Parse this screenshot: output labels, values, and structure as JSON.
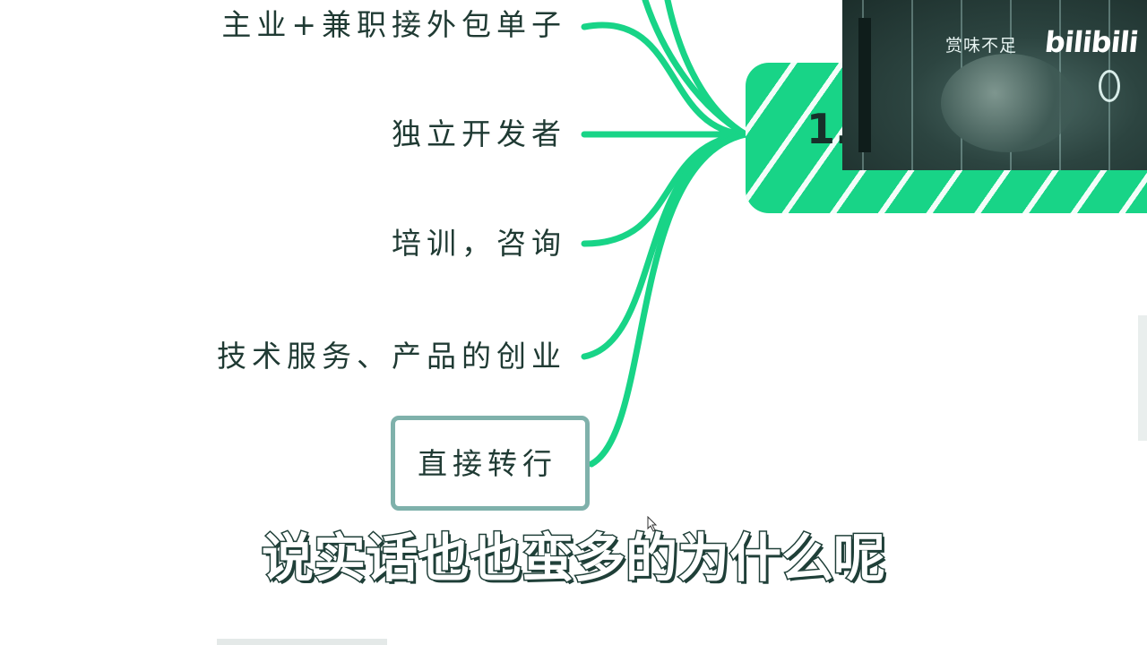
{
  "mindmap": {
    "central_label": "1.",
    "branches": [
      {
        "label": "主业+兼职接外包单子"
      },
      {
        "label": "独立开发者"
      },
      {
        "label": "培训，咨询"
      },
      {
        "label": "技术服务、产品的创业"
      },
      {
        "label": "直接转行",
        "highlighted": true
      }
    ],
    "branch_color": "#18d487",
    "highlight_border_color": "#7fb1ab"
  },
  "video_overlay": {
    "watermark_text": "赏味不足",
    "logo_text": "bilibili"
  },
  "subtitle": {
    "text": "说实话也也蛮多的为什么呢"
  },
  "icons": {
    "cursor": "mouse-pointer-icon"
  }
}
